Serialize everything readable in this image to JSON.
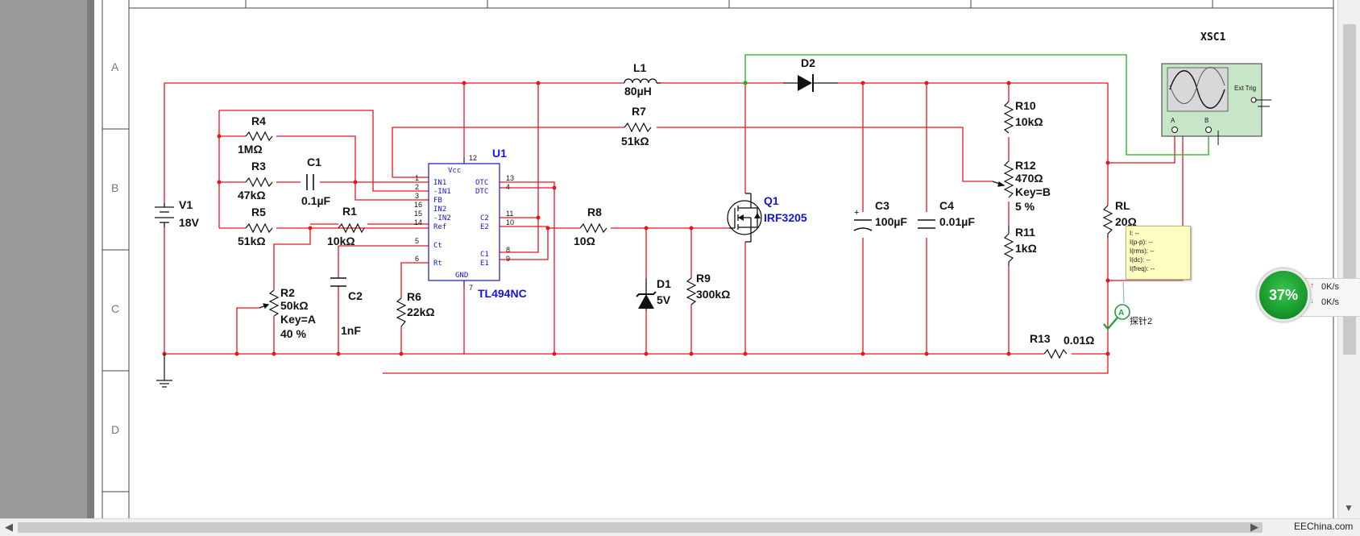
{
  "border": {
    "rows": [
      "A",
      "B",
      "C",
      "D"
    ]
  },
  "components": {
    "V1": {
      "ref": "V1",
      "value": "18V"
    },
    "R4": {
      "ref": "R4",
      "value": "1MΩ"
    },
    "R3": {
      "ref": "R3",
      "value": "47kΩ"
    },
    "C1": {
      "ref": "C1",
      "value": "0.1µF"
    },
    "R5": {
      "ref": "R5",
      "value": "51kΩ"
    },
    "R1": {
      "ref": "R1",
      "value": "10kΩ"
    },
    "R2": {
      "ref": "R2",
      "value": "50kΩ",
      "key": "Key=A",
      "pct": "40 %"
    },
    "C2": {
      "ref": "C2",
      "value": "1nF"
    },
    "R6": {
      "ref": "R6",
      "value": "22kΩ"
    },
    "U1": {
      "ref": "U1",
      "part": "TL494NC"
    },
    "L1": {
      "ref": "L1",
      "value": "80µH"
    },
    "R7": {
      "ref": "R7",
      "value": "51kΩ"
    },
    "R8": {
      "ref": "R8",
      "value": "10Ω"
    },
    "D1": {
      "ref": "D1",
      "value": "5V"
    },
    "R9": {
      "ref": "R9",
      "value": "300kΩ"
    },
    "Q1": {
      "ref": "Q1",
      "part": "IRF3205"
    },
    "D2": {
      "ref": "D2"
    },
    "C3": {
      "ref": "C3",
      "value": "100µF"
    },
    "C4": {
      "ref": "C4",
      "value": "0.01µF"
    },
    "R10": {
      "ref": "R10",
      "value": "10kΩ"
    },
    "R12": {
      "ref": "R12",
      "value": "470Ω",
      "key": "Key=B",
      "pct": "5 %"
    },
    "R11": {
      "ref": "R11",
      "value": "1kΩ"
    },
    "RL": {
      "ref": "RL",
      "value": "20Ω"
    },
    "R13": {
      "ref": "R13",
      "value": "0.01Ω"
    },
    "XSC1": {
      "ref": "XSC1",
      "ext": "Ext Trig",
      "a": "A",
      "b": "B"
    }
  },
  "u1_pins": {
    "left_names": [
      "IN1",
      "-IN1",
      "FB",
      "IN2",
      "-IN2",
      "Ref",
      "Ct",
      "Rt"
    ],
    "left_nums": [
      "1",
      "2",
      "3",
      "16",
      "15",
      "14",
      "5",
      "6"
    ],
    "right_names": [
      "OTC",
      "DTC",
      "C2",
      "E2",
      "C1",
      "E1"
    ],
    "right_nums": [
      "13",
      "4",
      "11",
      "10",
      "8",
      "9"
    ],
    "vcc": "Vcc",
    "vcc_num": "12",
    "gnd": "GND",
    "gnd_num": "7"
  },
  "probe": {
    "label": "探针2",
    "lines": [
      "I: --",
      "I(p-p): --",
      "I(rms): --",
      "I(dc): --",
      "I(freq): --"
    ]
  },
  "netmeter": {
    "percent": "37%",
    "up": "0K/s",
    "down": "0K/s"
  },
  "watermark": "EEChina.com",
  "colors": {
    "wire": "#e8141c",
    "probe_wire": "#1fae1f",
    "blue_text": "#1515d8"
  }
}
